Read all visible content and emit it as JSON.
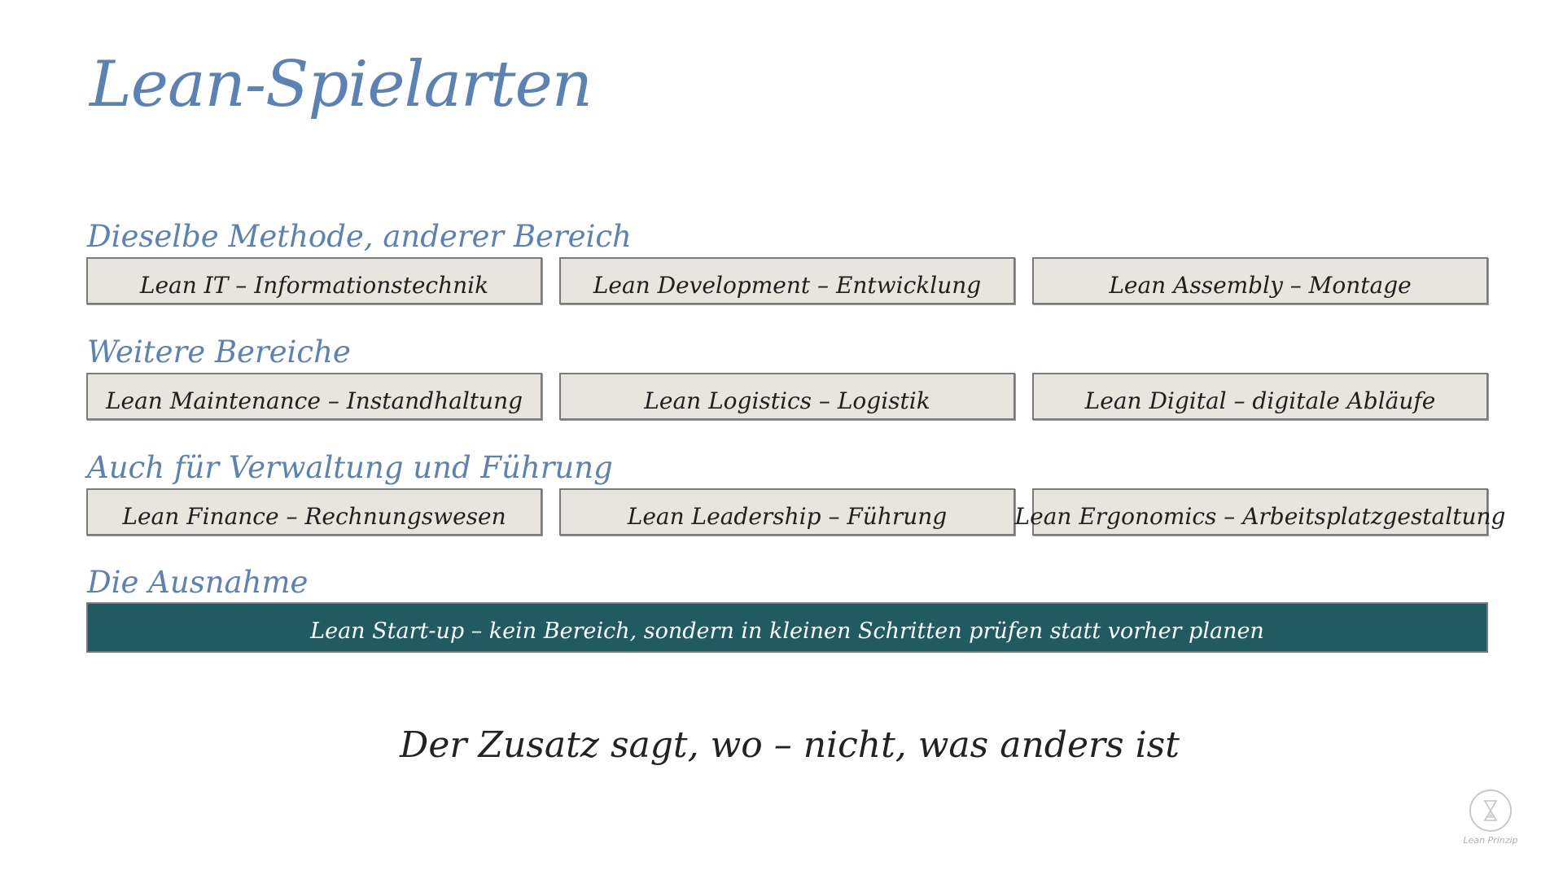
{
  "slide": {
    "title": "Lean-Spielarten",
    "sections": [
      {
        "heading": "Dieselbe Methode, anderer Bereich",
        "items": [
          "Lean IT – Informationstechnik",
          "Lean Development – Entwicklung",
          "Lean Assembly – Montage"
        ]
      },
      {
        "heading": "Weitere Bereiche",
        "items": [
          "Lean Maintenance – Instandhaltung",
          "Lean Logistics – Logistik",
          "Lean Digital – digitale Abläufe"
        ]
      },
      {
        "heading": "Auch für Verwaltung und Führung",
        "items": [
          "Lean Finance – Rechnungswesen",
          "Lean Leadership – Führung",
          "Lean Ergonomics – Arbeitsplatzgestaltung"
        ]
      },
      {
        "heading": "Die Ausnahme",
        "highlight": "Lean Start-up – kein Bereich, sondern in kleinen Schritten prüfen statt vorher planen"
      }
    ],
    "conclusion": "Der Zusatz sagt, wo – nicht, was anders ist"
  },
  "logo": {
    "text": "Lean Prinzip",
    "icon": "hourglass-icon"
  },
  "colors": {
    "heading": "#5b82b5",
    "box_fill": "#e8e5df",
    "box_border": "#7a7a7a",
    "highlight_fill": "#1f5b60"
  }
}
